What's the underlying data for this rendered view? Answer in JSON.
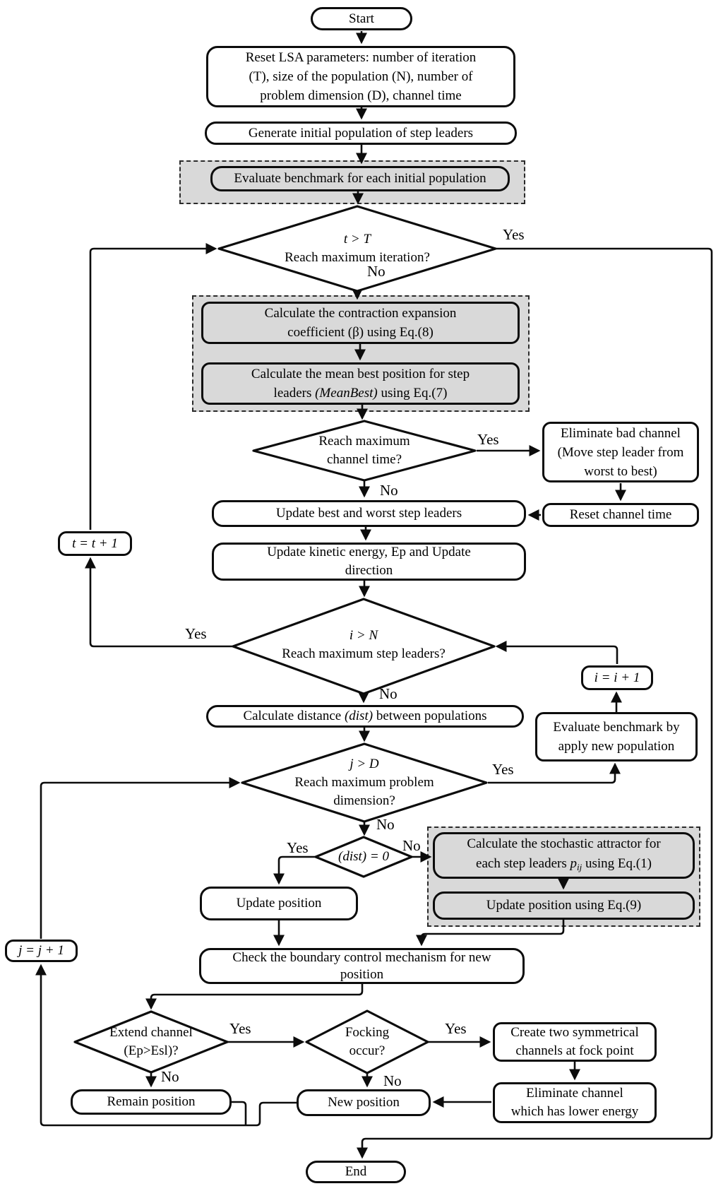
{
  "title": "LSA optimization algorithm flowchart",
  "labels": {
    "yes": "Yes",
    "no": "No"
  },
  "colors": {
    "stroke": "#0c0c0c",
    "gray_fill": "#d9d9d9",
    "background": "#ffffff"
  },
  "nodes": {
    "start": {
      "label": "Start"
    },
    "reset_params": {
      "l1": "Reset LSA parameters: number of iteration",
      "l2": "(T), size of the population (N), number of",
      "l3": "problem dimension (D),  channel time"
    },
    "generate": {
      "label": "Generate initial population of step leaders"
    },
    "eval_init": {
      "label": "Evaluate benchmark for each initial population"
    },
    "iter_check": {
      "cond": "t > T",
      "q": "Reach maximum iteration?"
    },
    "beta": {
      "l1": "Calculate the contraction expansion",
      "l2": "coefficient (β) using Eq.(8)"
    },
    "meanbest": {
      "l1": "Calculate the mean best position for step",
      "l2a": "leaders ",
      "l2b": "(MeanBest)",
      "l2c": " using Eq.(7)"
    },
    "channel_check": {
      "l1": "Reach maximum",
      "l2": "channel time?"
    },
    "eliminate_bad": {
      "l1": "Eliminate bad channel",
      "l2": "(Move step leader from",
      "l3": "worst to best)"
    },
    "reset_channel": {
      "label": "Reset channel time"
    },
    "update_bw": {
      "label": "Update best and worst step leaders"
    },
    "update_ke": {
      "l1": "Update kinetic energy, Ep and Update",
      "l2": "direction"
    },
    "t_inc": {
      "label": "t = t + 1"
    },
    "leader_check": {
      "cond": "i > N",
      "q": "Reach maximum step leaders?"
    },
    "i_inc": {
      "label": "i = i + 1"
    },
    "calc_dist": {
      "l1a": "Calculate distance ",
      "l1b": "(dist)",
      "l1c": " between populations"
    },
    "eval_new": {
      "l1": "Evaluate benchmark by",
      "l2": "apply new population"
    },
    "dim_check": {
      "cond": "j > D",
      "q1": "Reach maximum problem",
      "q2": "dimension?"
    },
    "dist_zero": {
      "label": "(dist) = 0"
    },
    "update_pos": {
      "label": "Update position"
    },
    "attractor": {
      "l1": "Calculate the stochastic attractor for",
      "l2a": "each step leaders ",
      "l2b": "p",
      "l2c": "ij",
      "l2d": " using Eq.(1)"
    },
    "update_eq9": {
      "label": "Update position using Eq.(9)"
    },
    "boundary": {
      "l1": "Check the boundary control mechanism for new",
      "l2": "position"
    },
    "j_inc": {
      "label": "j = j + 1"
    },
    "extend_check": {
      "l1": "Extend channel",
      "l2": "(Ep>Esl)?"
    },
    "focking_check": {
      "l1": "Focking",
      "l2": "occur?"
    },
    "create_channels": {
      "l1": "Create two symmetrical",
      "l2": "channels at fock point"
    },
    "eliminate_channel": {
      "l1": "Eliminate channel",
      "l2": "which has lower energy"
    },
    "remain_pos": {
      "label": "Remain position"
    },
    "new_pos": {
      "label": "New position"
    },
    "end": {
      "label": "End"
    }
  }
}
